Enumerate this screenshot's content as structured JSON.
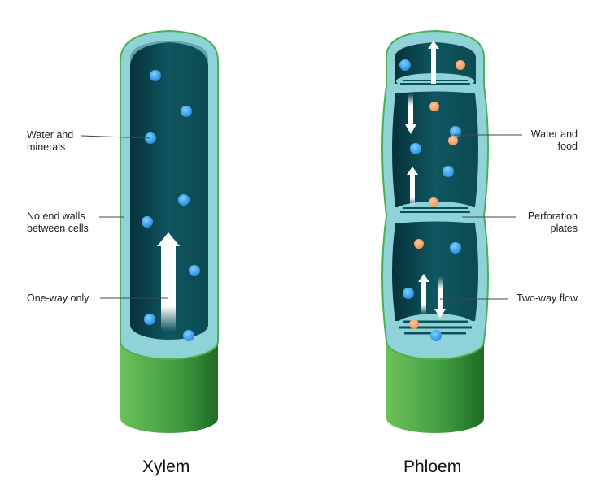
{
  "diagram": {
    "xylem": {
      "title": "Xylem",
      "labels": [
        {
          "id": "water-minerals",
          "line1": "Water and",
          "line2": "minerals"
        },
        {
          "id": "no-end-walls",
          "line1": "No end walls",
          "line2": "between cells"
        },
        {
          "id": "one-way",
          "line1": "One-way only",
          "line2": ""
        }
      ]
    },
    "phloem": {
      "title": "Phloem",
      "labels": [
        {
          "id": "water-food",
          "line1": "Water and",
          "line2": "food"
        },
        {
          "id": "perforation-plates",
          "line1": "Perforation",
          "line2": "plates"
        },
        {
          "id": "two-way",
          "line1": "Two-way flow",
          "line2": ""
        }
      ]
    },
    "colors": {
      "outer_green": "#4caf50",
      "wall_light_blue": "#8fd3d8",
      "interior_dark_teal": "#0d4f57",
      "water_particle": "#2196f3",
      "food_particle": "#f4a46a",
      "arrow": "#ffffff"
    }
  }
}
